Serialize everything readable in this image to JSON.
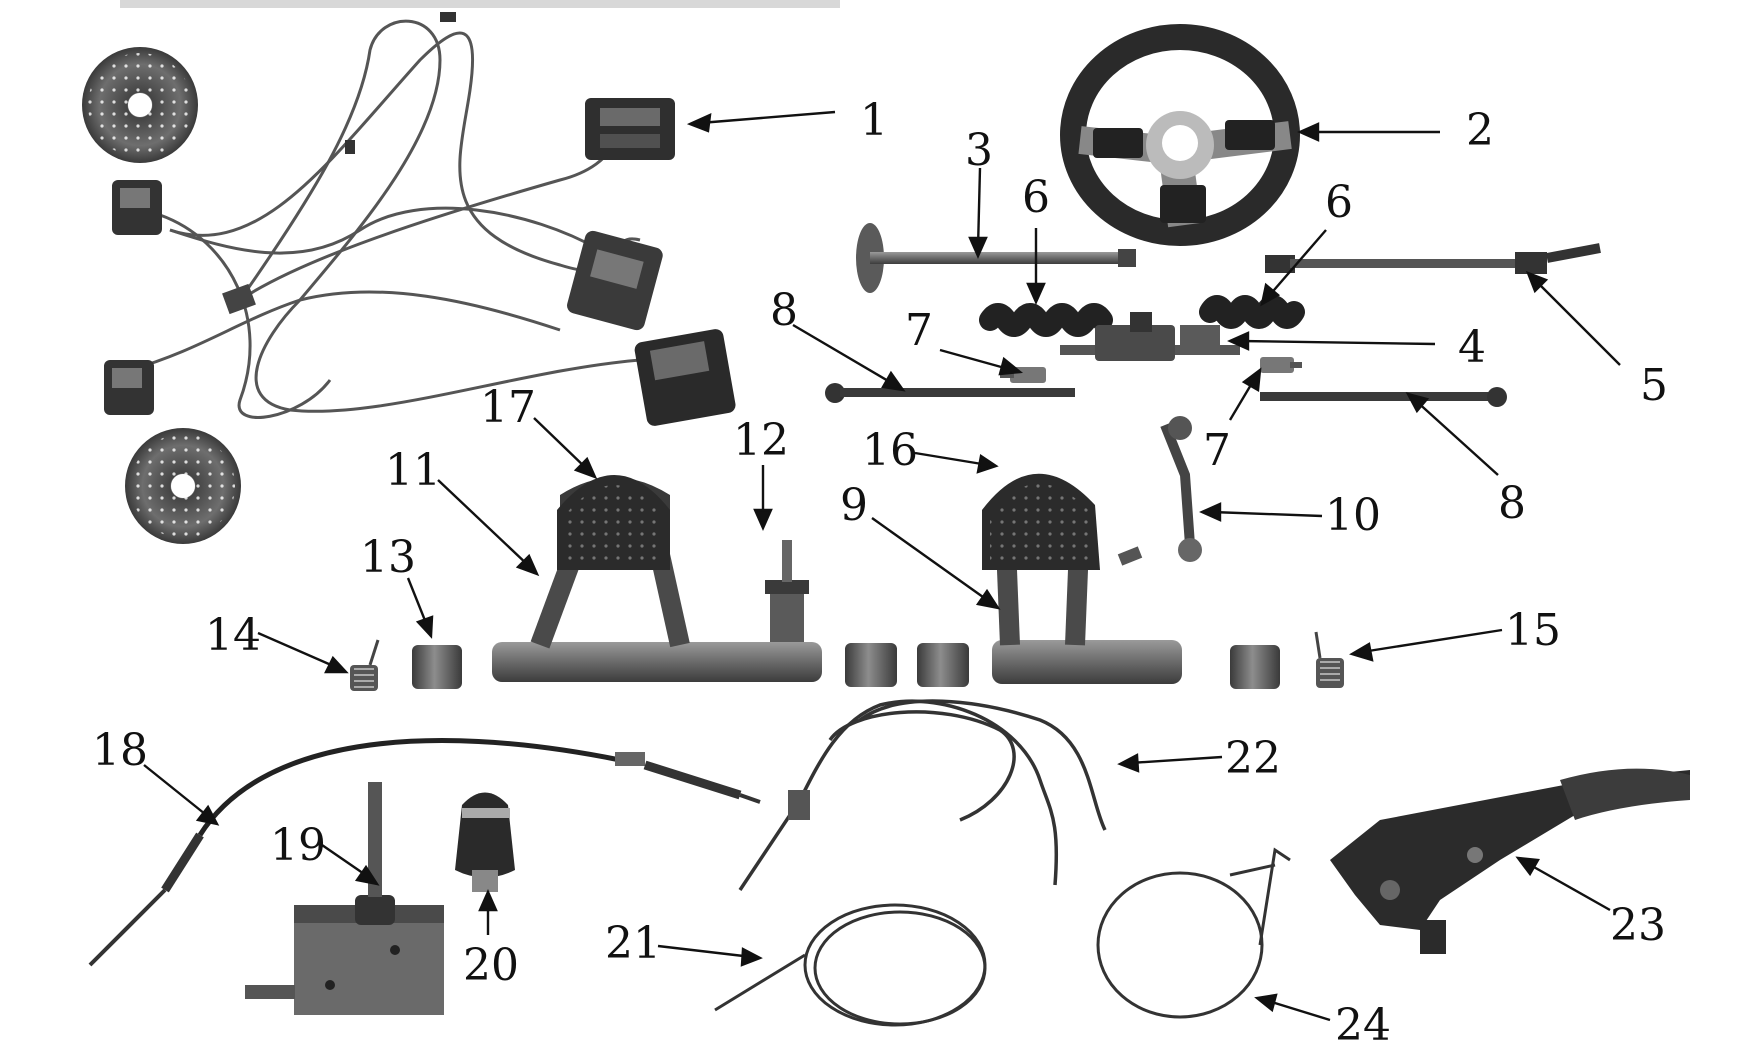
{
  "colors": {
    "ink": "#111111",
    "part_dark": "#2f2f2f",
    "part_mid": "#5a5a5a",
    "part_light": "#8a8a8a",
    "background": "#ffffff"
  },
  "callouts": [
    {
      "id": "1",
      "text": "1"
    },
    {
      "id": "2",
      "text": "2"
    },
    {
      "id": "3",
      "text": "3"
    },
    {
      "id": "4",
      "text": "4"
    },
    {
      "id": "5",
      "text": "5"
    },
    {
      "id": "6a",
      "text": "6"
    },
    {
      "id": "6b",
      "text": "6"
    },
    {
      "id": "7a",
      "text": "7"
    },
    {
      "id": "7b",
      "text": "7"
    },
    {
      "id": "8a",
      "text": "8"
    },
    {
      "id": "8b",
      "text": "8"
    },
    {
      "id": "9",
      "text": "9"
    },
    {
      "id": "10",
      "text": "10"
    },
    {
      "id": "11",
      "text": "11"
    },
    {
      "id": "12",
      "text": "12"
    },
    {
      "id": "13",
      "text": "13"
    },
    {
      "id": "14",
      "text": "14"
    },
    {
      "id": "15",
      "text": "15"
    },
    {
      "id": "16",
      "text": "16"
    },
    {
      "id": "17",
      "text": "17"
    },
    {
      "id": "18",
      "text": "18"
    },
    {
      "id": "19",
      "text": "19"
    },
    {
      "id": "20",
      "text": "20"
    },
    {
      "id": "21",
      "text": "21"
    },
    {
      "id": "22",
      "text": "22"
    },
    {
      "id": "23",
      "text": "23"
    },
    {
      "id": "24",
      "text": "24"
    }
  ],
  "parts": [
    {
      "id": "brake-disc",
      "icon": "brake-disc-icon"
    },
    {
      "id": "brake-caliper",
      "icon": "brake-caliper-icon"
    },
    {
      "id": "brake-hose",
      "icon": "brake-hose-icon"
    },
    {
      "id": "steering-wheel",
      "icon": "steering-wheel-icon"
    },
    {
      "id": "steering-column",
      "icon": "steering-column-icon"
    },
    {
      "id": "steering-rack",
      "icon": "steering-rack-icon"
    },
    {
      "id": "universal-joint-shaft",
      "icon": "universal-joint-shaft-icon"
    },
    {
      "id": "dust-boot",
      "icon": "dust-boot-icon"
    },
    {
      "id": "tie-rod-end",
      "icon": "tie-rod-end-icon"
    },
    {
      "id": "tie-rod",
      "icon": "tie-rod-icon"
    },
    {
      "id": "pedal-assembly",
      "icon": "pedal-assembly-icon"
    },
    {
      "id": "pedal-rod",
      "icon": "pedal-rod-icon"
    },
    {
      "id": "master-cylinder",
      "icon": "master-cylinder-icon"
    },
    {
      "id": "bushing",
      "icon": "bushing-icon"
    },
    {
      "id": "return-spring",
      "icon": "return-spring-icon"
    },
    {
      "id": "pedal-pad",
      "icon": "pedal-pad-icon"
    },
    {
      "id": "shift-cable",
      "icon": "shift-cable-icon"
    },
    {
      "id": "shifter-base",
      "icon": "shifter-base-icon"
    },
    {
      "id": "shift-knob",
      "icon": "shift-knob-icon"
    },
    {
      "id": "parking-brake-cable",
      "icon": "parking-brake-cable-icon"
    },
    {
      "id": "throttle-cable",
      "icon": "throttle-cable-icon"
    },
    {
      "id": "hand-brake-lever",
      "icon": "hand-brake-lever-icon"
    }
  ]
}
